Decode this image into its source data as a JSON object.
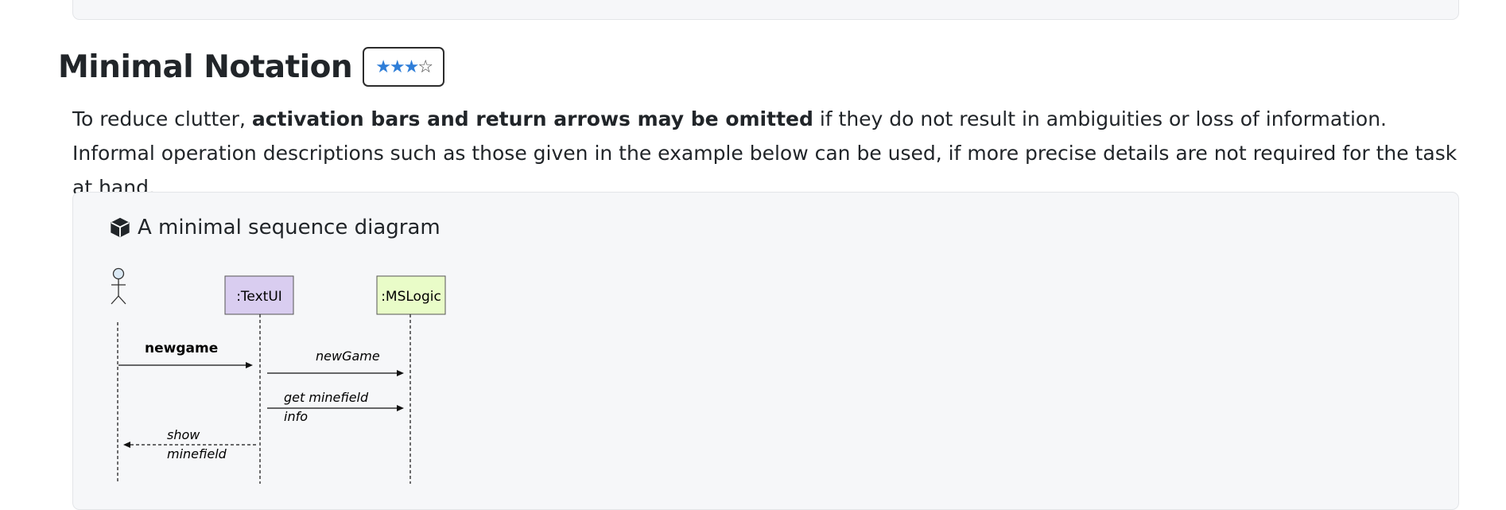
{
  "heading": {
    "title": "Minimal Notation",
    "rating": {
      "filled": 3,
      "total": 4,
      "filled_stars": "★★★",
      "empty_stars": "☆"
    }
  },
  "paragraph": {
    "part1": "To reduce clutter, ",
    "bold": "activation bars and return arrows may be omitted",
    "part2": " if they do not result in ambiguities or loss of information. Informal operation descriptions such as those given in the example below can be used, if more precise details are not required for the task at hand."
  },
  "example": {
    "icon": "box-icon",
    "title": "A minimal sequence diagram"
  },
  "diagram": {
    "participants": [
      {
        "name": "",
        "kind": "actor"
      },
      {
        "name": ":TextUI",
        "color": "#d9cdf0"
      },
      {
        "name": ":MSLogic",
        "color": "#e9fcc8"
      }
    ],
    "messages": [
      {
        "label": "newgame",
        "from": "actor",
        "to": ":TextUI",
        "style": "solid"
      },
      {
        "label": "newGame",
        "from": ":TextUI",
        "to": ":MSLogic",
        "style": "solid"
      },
      {
        "label_line1": "get minefield",
        "label_line2": "info",
        "from": ":TextUI",
        "to": ":MSLogic",
        "style": "solid"
      },
      {
        "label_line1": "show",
        "label_line2": "minefield",
        "from": ":TextUI",
        "to": "actor",
        "style": "dashed"
      }
    ]
  }
}
